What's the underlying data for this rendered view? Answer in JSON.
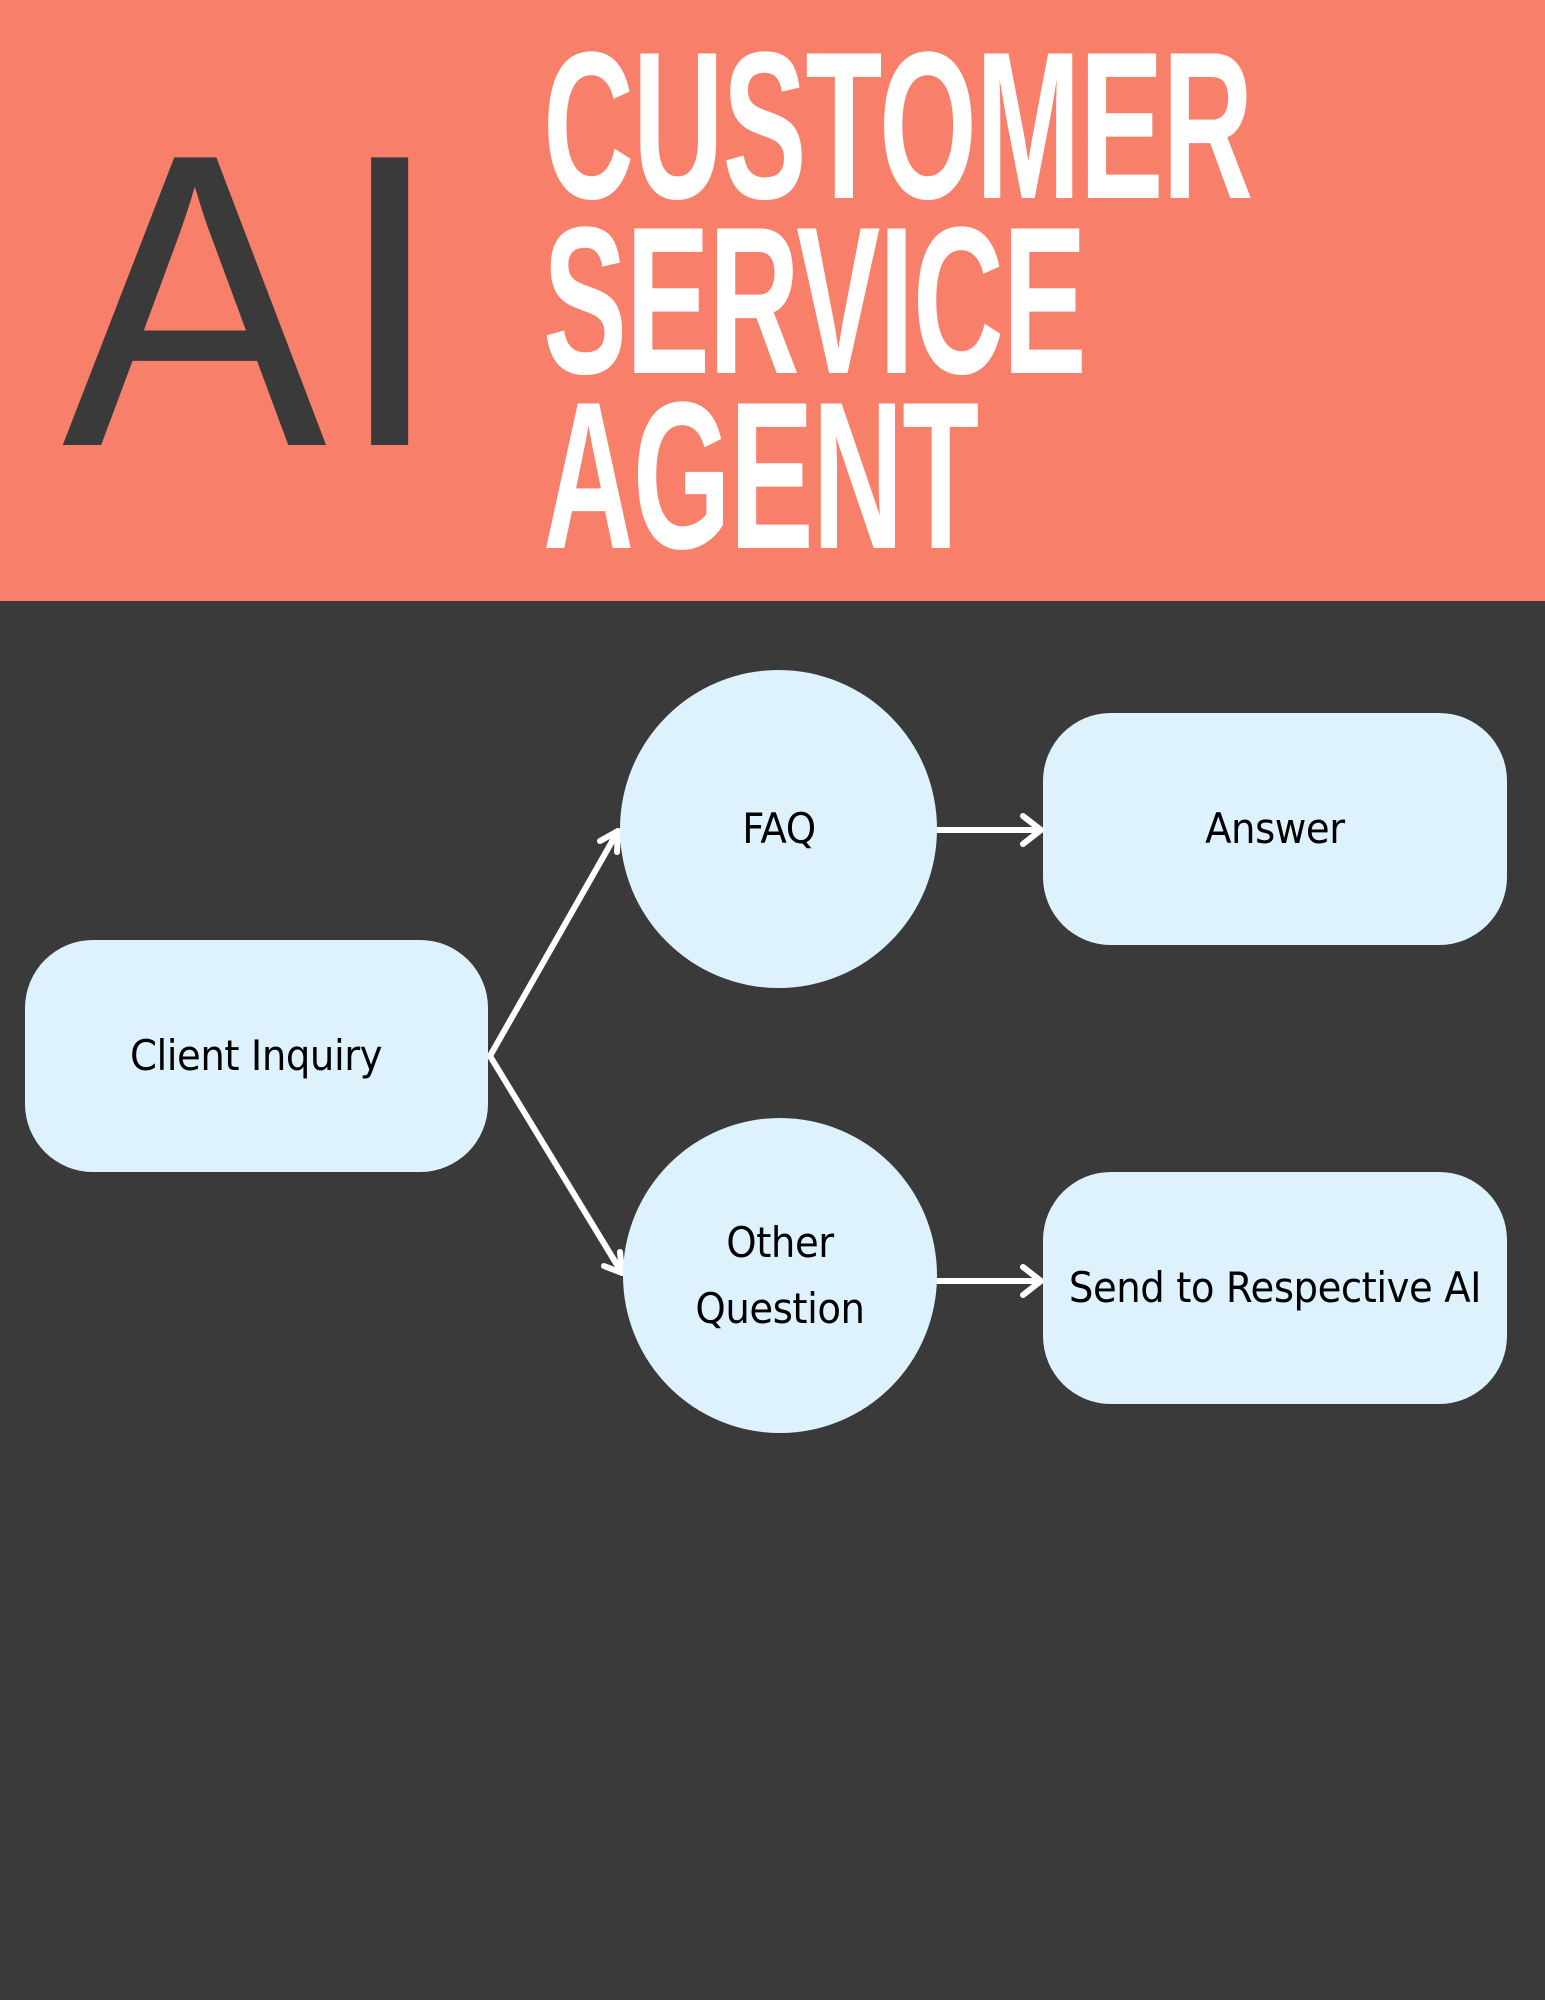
{
  "header": {
    "logo_text": "AI",
    "title_lines": [
      "CUSTOMER",
      "SERVICE",
      "AGENT"
    ],
    "background_color": "#F8806B",
    "logo_color": "#3A3A3A",
    "title_color": "#FFFFFF"
  },
  "diagram": {
    "background_color": "#3A3A3A",
    "node_color": "#DDF2FD",
    "edge_color": "#FFFFFF",
    "nodes": [
      {
        "id": "client-inquiry",
        "shape": "rounded-rect",
        "label": "Client Inquiry"
      },
      {
        "id": "faq",
        "shape": "ellipse",
        "label": "FAQ"
      },
      {
        "id": "answer",
        "shape": "rounded-rect",
        "label": "Answer"
      },
      {
        "id": "other-question",
        "shape": "ellipse",
        "label": "Other Question"
      },
      {
        "id": "send-to-respective-ai",
        "shape": "rounded-rect",
        "label": "Send to Respective AI"
      }
    ],
    "edges": [
      {
        "from": "client-inquiry",
        "to": "faq"
      },
      {
        "from": "client-inquiry",
        "to": "other-question"
      },
      {
        "from": "faq",
        "to": "answer"
      },
      {
        "from": "other-question",
        "to": "send-to-respective-ai"
      }
    ]
  }
}
